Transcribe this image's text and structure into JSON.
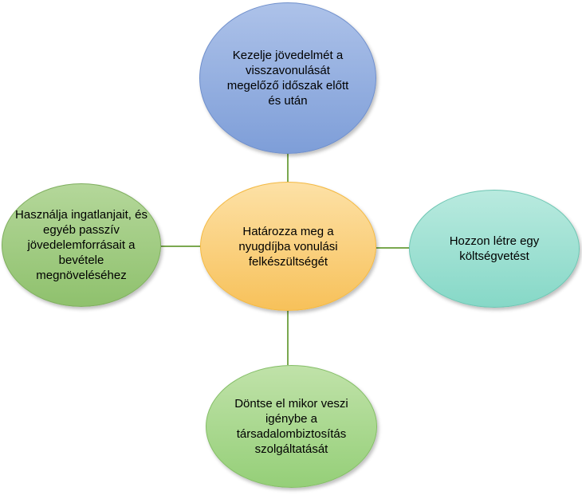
{
  "diagram": {
    "center": {
      "text": "Határozza meg a nyugdíjba vonulási felkészültségét"
    },
    "nodes": {
      "top": {
        "text": "Kezelje jövedelmét a visszavonulását megelőző időszak előtt és után"
      },
      "left": {
        "text": "Használja ingatlanjait, és egyéb passzív jövedelemforrásait a bevétele megnöveléséhez"
      },
      "right": {
        "text": "Hozzon létre egy költségvetést"
      },
      "bottom": {
        "text": "Döntse el mikor veszi igénybe a társadalombiztosítás szolgáltatását"
      }
    }
  },
  "colors": {
    "connector": "#7aa84f",
    "center_fill": "#f7c15a",
    "top_fill": "#7e9ed8",
    "left_fill": "#8fc16d",
    "right_fill": "#86d8c7",
    "bottom_fill": "#95cf78"
  }
}
